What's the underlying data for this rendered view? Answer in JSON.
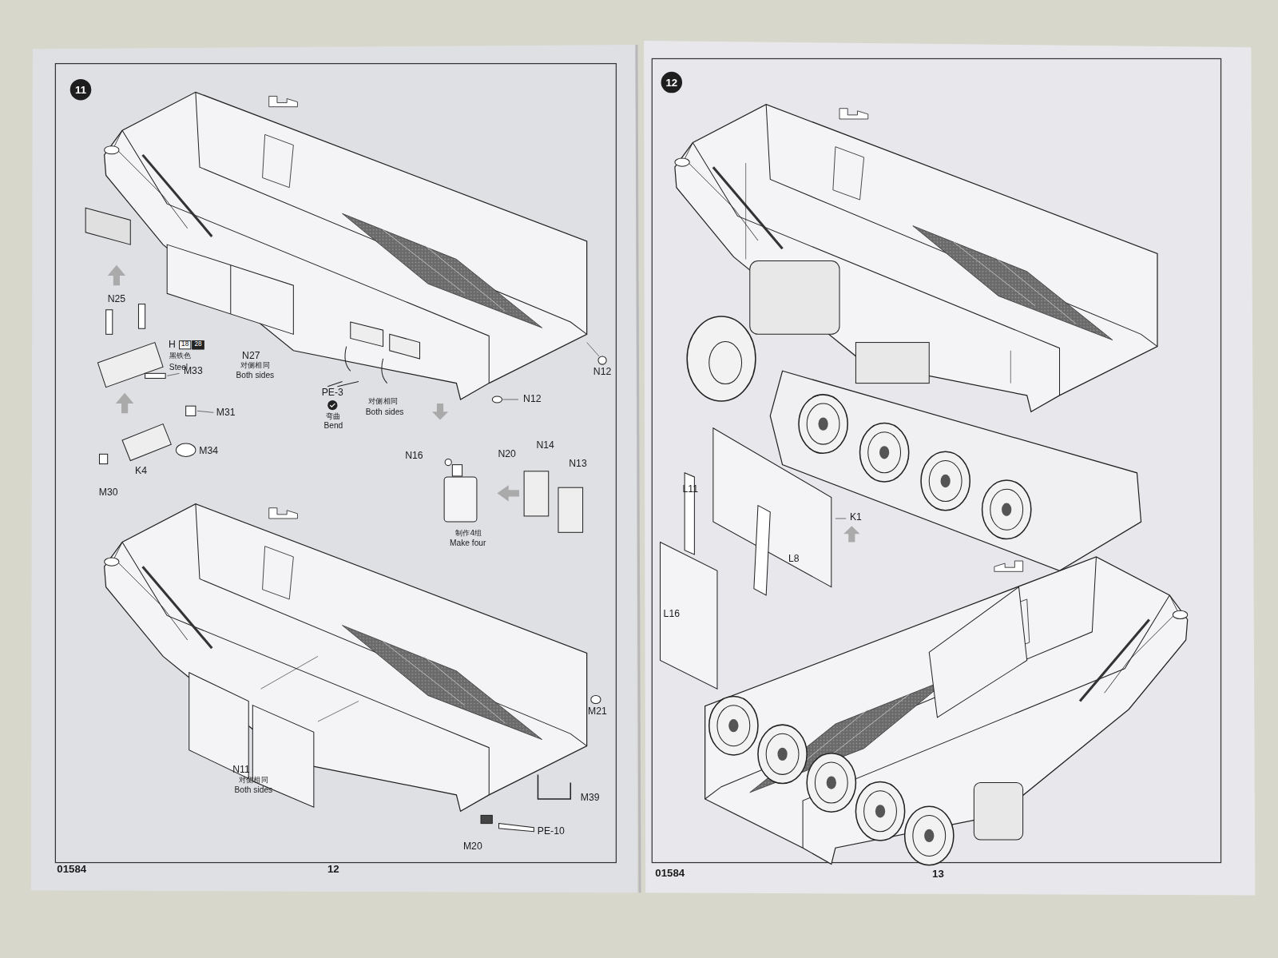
{
  "diagram": {
    "nodes": [
      {
        "text": [
          "11"
        ]
      },
      {
        "text": [
          "12"
        ]
      }
    ],
    "labels": [
      "N25",
      "H",
      "18",
      "28",
      "黑铁色",
      "Steel",
      "M33",
      "N27",
      "对侧相同",
      "Both sides",
      "PE-3",
      "弯曲",
      "Bend",
      "对侧相同",
      "Both sides",
      "N12",
      "N12",
      "M31",
      "M34",
      "K4",
      "M30",
      "N16",
      "N20",
      "N14",
      "N13",
      "制作4组",
      "Make four",
      "M21",
      "N11",
      "对侧相同",
      "Both sides",
      "M39",
      "M20",
      "PE-10",
      "01584",
      "12",
      "L11",
      "K1",
      "L8",
      "L16",
      "01584",
      "13"
    ]
  }
}
